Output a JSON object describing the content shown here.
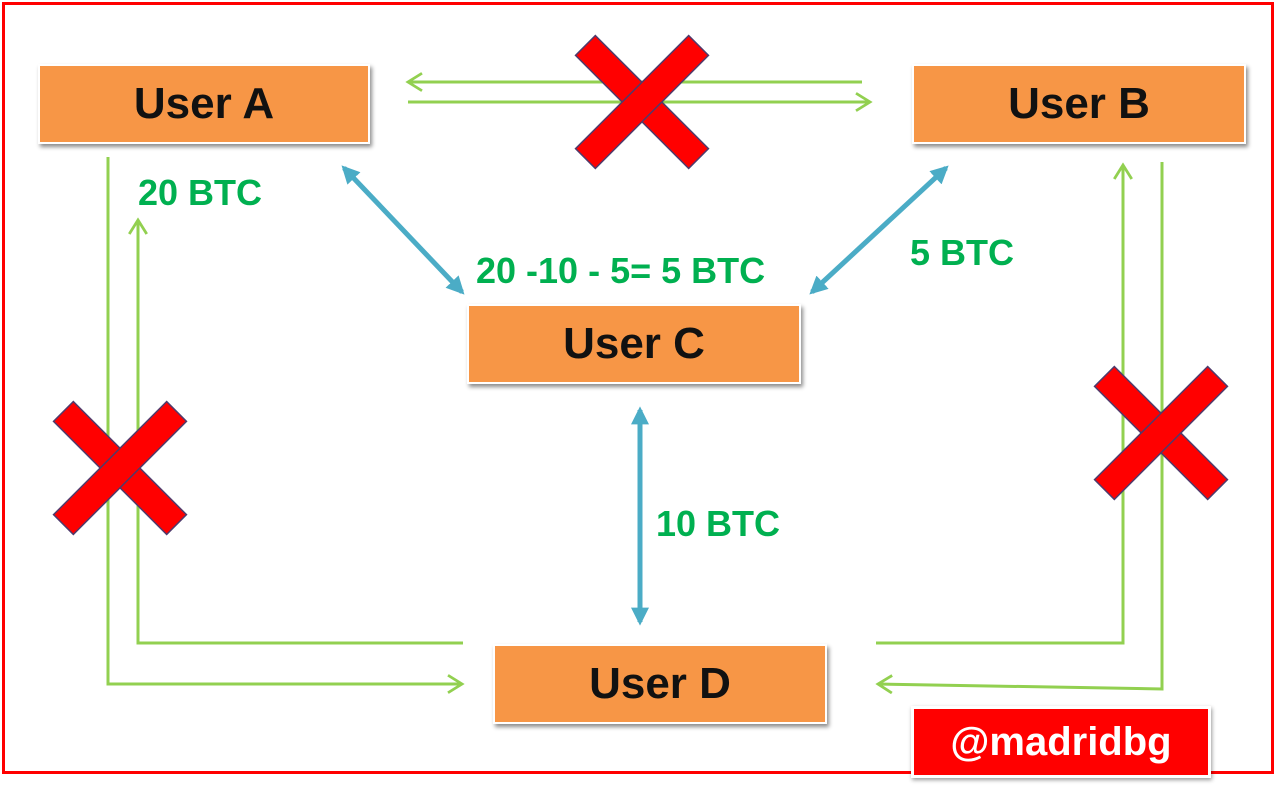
{
  "nodes": {
    "a": "User A",
    "b": "User B",
    "c": "User C",
    "d": "User D"
  },
  "amounts": {
    "a_channel": "20 BTC",
    "c_balance": "20 -10 - 5= 5 BTC",
    "b_channel": "5 BTC",
    "c_d_channel": "10 BTC"
  },
  "handle": "@madridbg",
  "colors": {
    "node_fill": "#f79646",
    "amount_text": "#00b050",
    "blocked_route": "#92d050",
    "open_channel": "#4bacc6",
    "blocked_mark": "#ff0000",
    "frame": "#ff0000"
  },
  "edges": [
    {
      "from": "User A",
      "to": "User C",
      "kind": "open-channel",
      "label": "20 BTC"
    },
    {
      "from": "User B",
      "to": "User C",
      "kind": "open-channel",
      "label": "5 BTC"
    },
    {
      "from": "User C",
      "to": "User D",
      "kind": "open-channel",
      "label": "10 BTC"
    },
    {
      "from": "User A",
      "to": "User B",
      "kind": "direct-route",
      "blocked": true
    },
    {
      "from": "User A",
      "to": "User D",
      "kind": "direct-route",
      "blocked": true
    },
    {
      "from": "User B",
      "to": "User D",
      "kind": "direct-route",
      "blocked": true
    }
  ]
}
